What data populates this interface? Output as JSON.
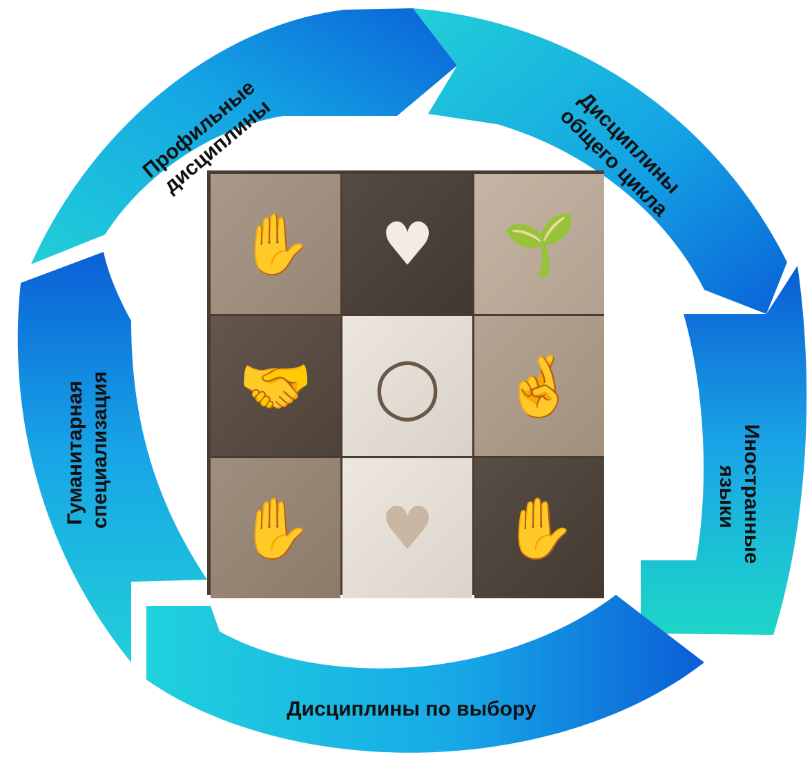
{
  "diagram": {
    "segments": [
      {
        "lines": [
          "Профильные",
          "дисциплины"
        ]
      },
      {
        "lines": [
          "Дисциплины",
          "общего цикла"
        ]
      },
      {
        "lines": [
          "Иностранные",
          "языки"
        ]
      },
      {
        "lines": [
          "Дисциплины по выбору"
        ]
      },
      {
        "lines": [
          "Гуманитарная",
          "специализация"
        ]
      }
    ],
    "center_image": {
      "tiles": [
        "reaching-hands-icon",
        "heart-in-mittens-icon",
        "tree-in-palm-icon",
        "holding-hands-icon",
        "circle-of-hands-icon",
        "linked-fingers-icon",
        "baby-hand-icon",
        "heart-hands-icon",
        "palm-on-palm-icon"
      ]
    },
    "colors": {
      "arrow_light": "#20d0d8",
      "arrow_mid": "#18a8e8",
      "arrow_dark": "#0a5fd6",
      "label": "#111111",
      "photo_frame": "#4a3c32"
    }
  }
}
